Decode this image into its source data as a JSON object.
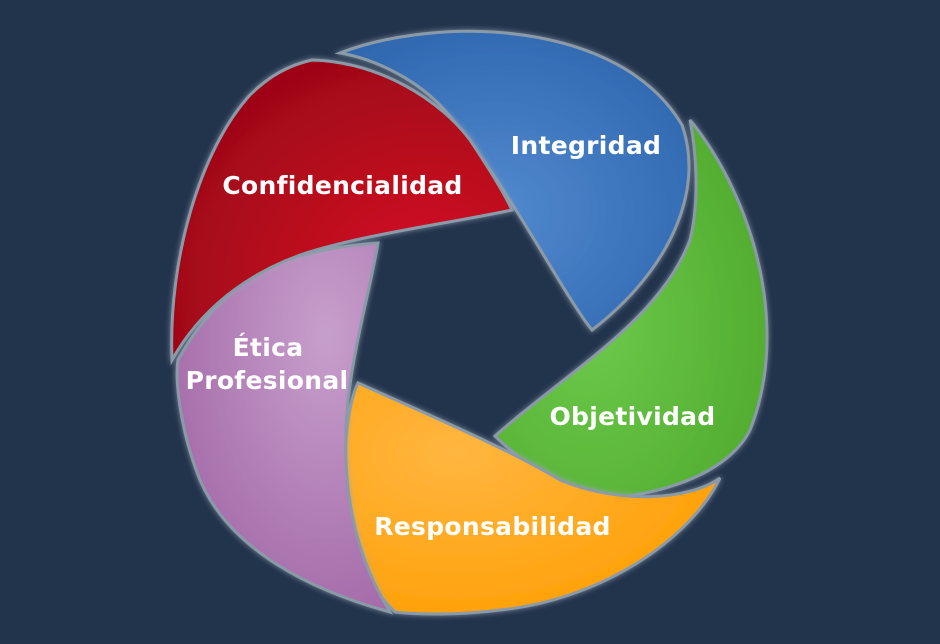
{
  "diagram": {
    "type": "cycle",
    "background": "#22334c",
    "segments": [
      {
        "label": "Integridad",
        "color": "#3a74bb"
      },
      {
        "label": "Objetividad",
        "color": "#5cb93a"
      },
      {
        "label": "Responsabilidad",
        "color": "#ffa71f"
      },
      {
        "label": "Ética Profesional",
        "line1": "Ética",
        "line2": "Profesional",
        "color": "#b07fb8"
      },
      {
        "label": "Confidencialidad",
        "color": "#c0091f"
      }
    ]
  }
}
